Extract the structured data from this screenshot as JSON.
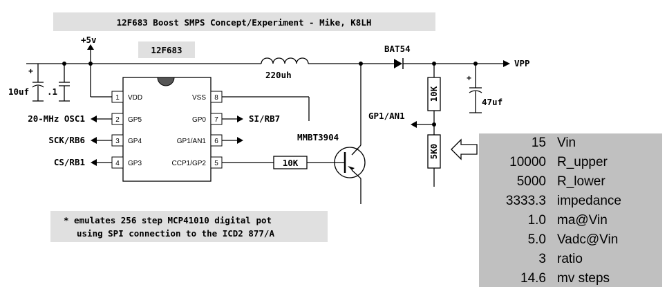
{
  "title": "12F683 Boost SMPS Concept/Experiment - Mike, K8LH",
  "chip_label": "12F683",
  "note_lines": [
    "* emulates 256 step MCP41010 digital pot",
    "using SPI connection to the ICD2 877/A"
  ],
  "labels": {
    "supply": "+5v",
    "cap_10uf": "10uf",
    "cap_01": ".1",
    "inductor": "220uh",
    "diode": "BAT54",
    "output": "VPP",
    "cap_47uf": "47uf",
    "r_upper": "10K",
    "r_lower": "5K0",
    "feedback": "GP1/AN1",
    "transistor": "MMBT3904",
    "base_resistor": "10K",
    "plus_a": "+",
    "plus_b": "+"
  },
  "pins": [
    {
      "num": "1",
      "name": "VDD"
    },
    {
      "num": "2",
      "name": "GP5"
    },
    {
      "num": "3",
      "name": "GP4"
    },
    {
      "num": "4",
      "name": "GP3"
    },
    {
      "num": "8",
      "name": "VSS"
    },
    {
      "num": "7",
      "name": "GP0"
    },
    {
      "num": "6",
      "name": "GP1/AN1"
    },
    {
      "num": "5",
      "name": "CCP1/GP2"
    }
  ],
  "signals": {
    "osc": "20-MHz OSC1",
    "sck": "SCK/RB6",
    "cs": "CS/RB1",
    "si": "SI/RB7"
  },
  "calc_rows": [
    {
      "value": "15",
      "label": "Vin"
    },
    {
      "value": "10000",
      "label": "R_upper"
    },
    {
      "value": "5000",
      "label": "R_lower"
    },
    {
      "value": "3333.3",
      "label": "impedance"
    },
    {
      "value": "1.0",
      "label": "ma@Vin"
    },
    {
      "value": "5.0",
      "label": "Vadc@Vin"
    },
    {
      "value": "3",
      "label": "ratio"
    },
    {
      "value": "14.6",
      "label": "mv steps"
    }
  ]
}
